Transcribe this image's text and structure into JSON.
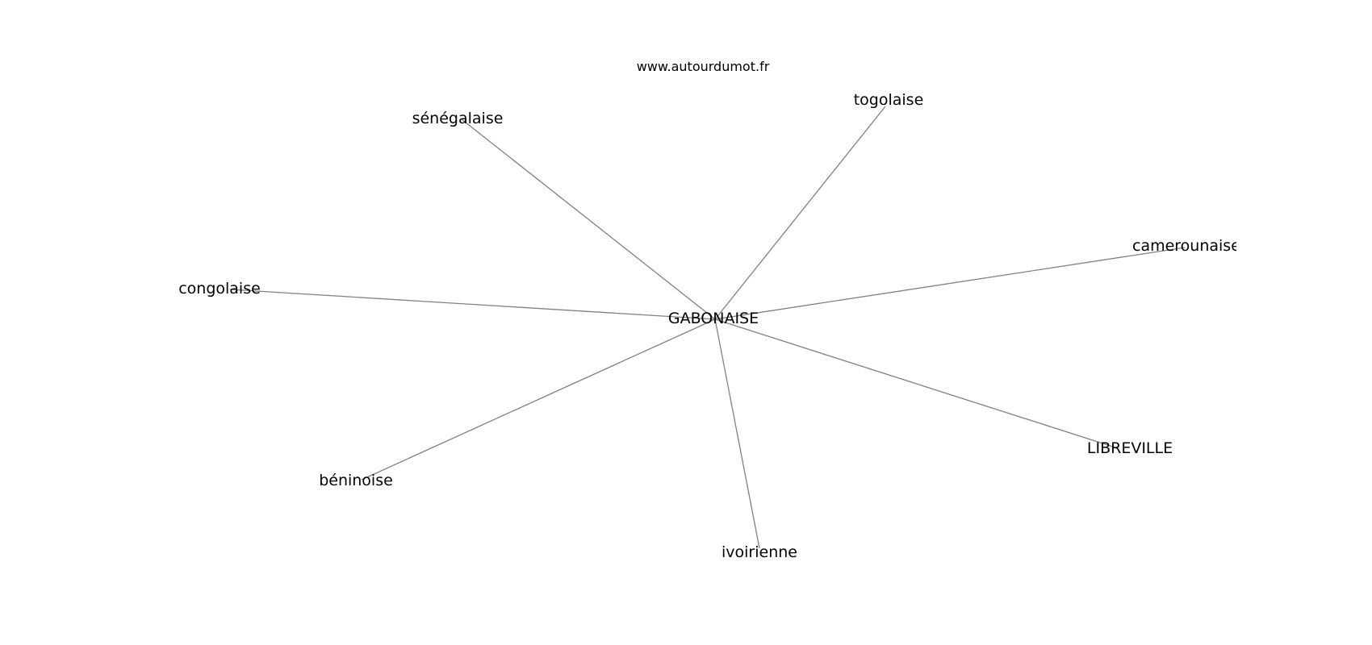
{
  "site_url": "www.autourdumot.fr",
  "graph": {
    "center": {
      "id": "gabonaise",
      "label": "GABONAISE"
    },
    "neighbors": [
      {
        "id": "senegalaise",
        "label": "sénégalaise"
      },
      {
        "id": "togolaise",
        "label": "togolaise"
      },
      {
        "id": "camerounaise",
        "label": "camerounaise"
      },
      {
        "id": "congolaise",
        "label": "congolaise"
      },
      {
        "id": "libreville",
        "label": "LIBREVILLE"
      },
      {
        "id": "beninoise",
        "label": "béninoise"
      },
      {
        "id": "ivoirienne",
        "label": "ivoirienne"
      }
    ]
  }
}
